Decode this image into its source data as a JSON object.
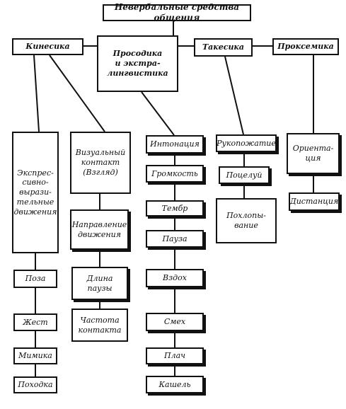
{
  "title": "Невербальные средства общения",
  "level1": {
    "kinesics": "Кинесика",
    "prosody": "Просодика\nи экстра-\nлингвистика",
    "takesics": "Такесика",
    "proxemics": "Проксемика"
  },
  "kinesics": {
    "expressive": "Экспрес-\nсивно-\nвырази-\nтельные\nдвижения",
    "visual": "Визуальный\nконтакт\n(Взгляд)",
    "expressive_items": [
      "Поза",
      "Жест",
      "Мимика",
      "Походка"
    ],
    "visual_items": [
      "Направление\nдвижения",
      "Длина\nпаузы",
      "Частота\nконтакта"
    ]
  },
  "prosody_items": [
    "Интонация",
    "Громкость",
    "Тембр",
    "Пауза",
    "Вздох",
    "Смех",
    "Плач",
    "Кашель"
  ],
  "takesics_items": [
    "Рукопожатие",
    "Поцелуй",
    "Похлопы-\nвание"
  ],
  "proxemics_items": [
    "Ориента-\nция",
    "Дистанция"
  ]
}
